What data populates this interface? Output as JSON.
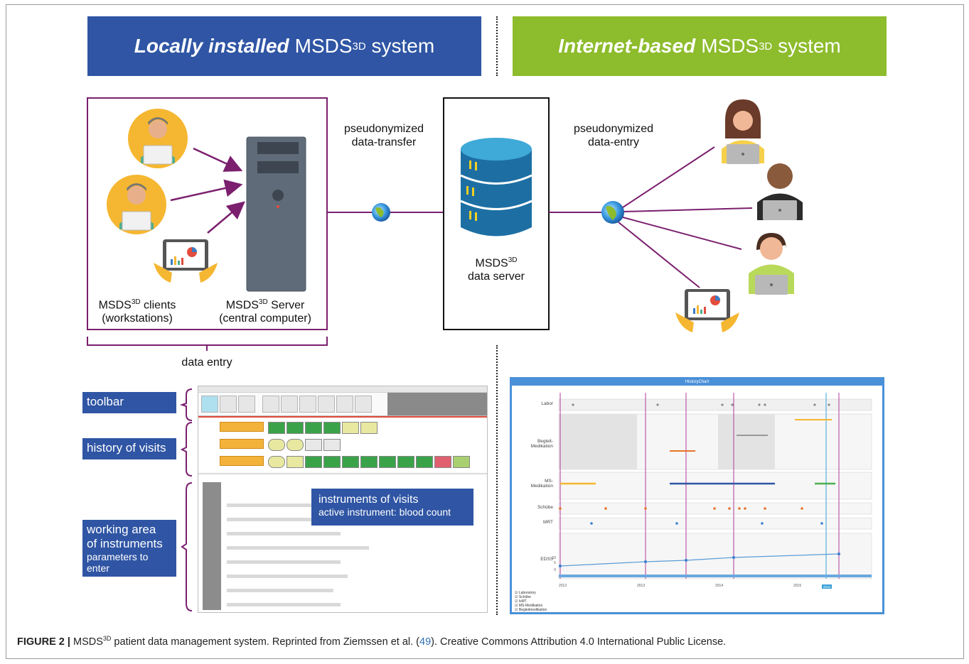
{
  "banners": {
    "local": {
      "emph": "Locally installed",
      "text": "MSDS",
      "sup": "3D",
      "tail": "system"
    },
    "internet": {
      "emph": "Internet-based",
      "text": "MSDS",
      "sup": "3D",
      "tail": "system"
    }
  },
  "labels": {
    "transfer_line1": "pseudonymized",
    "transfer_line2": "data-transfer",
    "entry_line1": "pseudonymized",
    "entry_line2": "data-entry",
    "server_line1": "MSDS",
    "server_sup": "3D",
    "server_line2": "data server",
    "clients_line1": "MSDS",
    "clients_sup": "3D",
    "clients_tail": " clients",
    "clients_line2": "(workstations)",
    "srv_line1": "MSDS",
    "srv_sup": "3D",
    "srv_tail": " Server",
    "srv_line2": "(central computer)",
    "data_entry": "data entry"
  },
  "side_labels": {
    "toolbar": "toolbar",
    "history": "history of visits",
    "working_line1": "working area",
    "working_line2": "of instruments",
    "working_line3": "parameters to",
    "working_line4": "enter"
  },
  "callout": {
    "line1": "instruments of visits",
    "line2": "active instrument: blood count"
  },
  "history_chart": {
    "title": "HistoryChart",
    "rows": [
      "Labor",
      "Begleit-\nMedikation",
      "MS-\nMedikation",
      "Schübe",
      "MRT",
      "EDSS"
    ],
    "x_ticks": [
      "2012",
      "2013",
      "2014",
      "2015",
      "2016"
    ],
    "legend": [
      "Laboratory",
      "Schübe",
      "lvMT",
      "MS-Medikation",
      "Begleitmedikation"
    ],
    "edss_ticks": [
      "10",
      "5",
      "0"
    ]
  },
  "colors": {
    "blue_banner": "#2f55a4",
    "green_banner": "#8dbc2c",
    "purple": "#7b1f6e"
  },
  "caption": {
    "label": "FIGURE 2 |",
    "text_a": " MSDS",
    "sup": "3D",
    "text_b": " patient data management system. Reprinted from Ziemssen et al. (",
    "ref": "49",
    "text_c": "). Creative Commons Attribution 4.0 International Public License."
  }
}
